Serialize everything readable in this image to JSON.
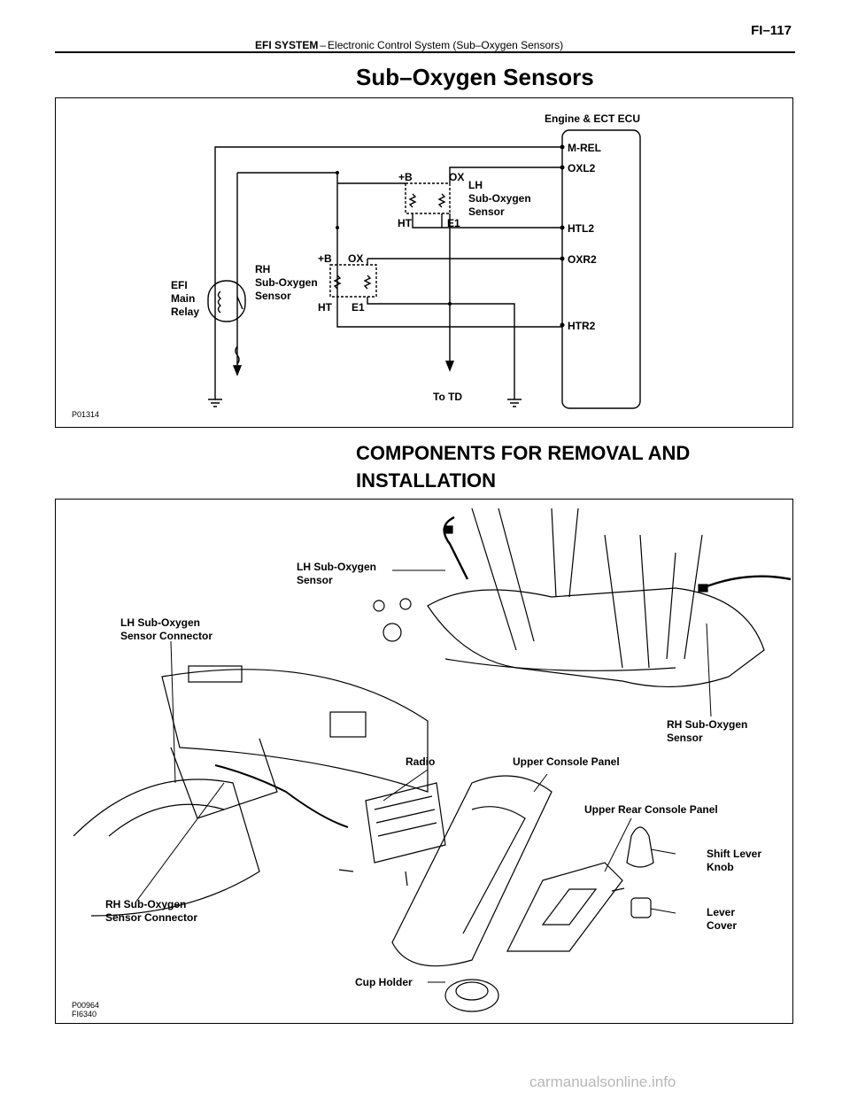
{
  "header": {
    "section": "EFI SYSTEM",
    "separator": "–",
    "subtitle": "Electronic Control System (Sub–Oxygen Sensors)",
    "page": "FI–117"
  },
  "title": "Sub–Oxygen Sensors",
  "wiring_diagram": {
    "ecu_label": "Engine & ECT ECU",
    "terminals": [
      "M-REL",
      "OXL2",
      "HTL2",
      "OXR2",
      "HTR2"
    ],
    "lh_sensor": {
      "b": "+B",
      "ox": "OX",
      "ht": "HT",
      "e1": "E1",
      "name_1": "LH",
      "name_2": "Sub-Oxygen",
      "name_3": "Sensor"
    },
    "rh_sensor": {
      "b": "+B",
      "ox": "OX",
      "ht": "HT",
      "e1": "E1",
      "name_1": "RH",
      "name_2": "Sub-Oxygen",
      "name_3": "Sensor"
    },
    "relay": {
      "line_1": "EFI",
      "line_2": "Main",
      "line_3": "Relay"
    },
    "to_td": "To TD",
    "code": "P01314"
  },
  "section_title": "COMPONENTS FOR REMOVAL AND INSTALLATION",
  "components_diagram": {
    "labels": {
      "lh_sensor_1": "LH Sub-Oxygen",
      "lh_sensor_2": "Sensor",
      "lh_connector_1": "LH Sub-Oxygen",
      "lh_connector_2": "Sensor Connector",
      "rh_sensor_1": "RH Sub-Oxygen",
      "rh_sensor_2": "Sensor",
      "radio": "Radio",
      "upper_console": "Upper Console Panel",
      "upper_rear_console": "Upper Rear Console Panel",
      "shift_knob_1": "Shift Lever",
      "shift_knob_2": "Knob",
      "lever_cover_1": "Lever",
      "lever_cover_2": "Cover",
      "rh_connector_1": "RH Sub-Oxygen",
      "rh_connector_2": "Sensor Connector",
      "cup_holder": "Cup Holder"
    },
    "code_1": "P00964",
    "code_2": "FI6340"
  },
  "watermark": "carmanualsonline.info"
}
